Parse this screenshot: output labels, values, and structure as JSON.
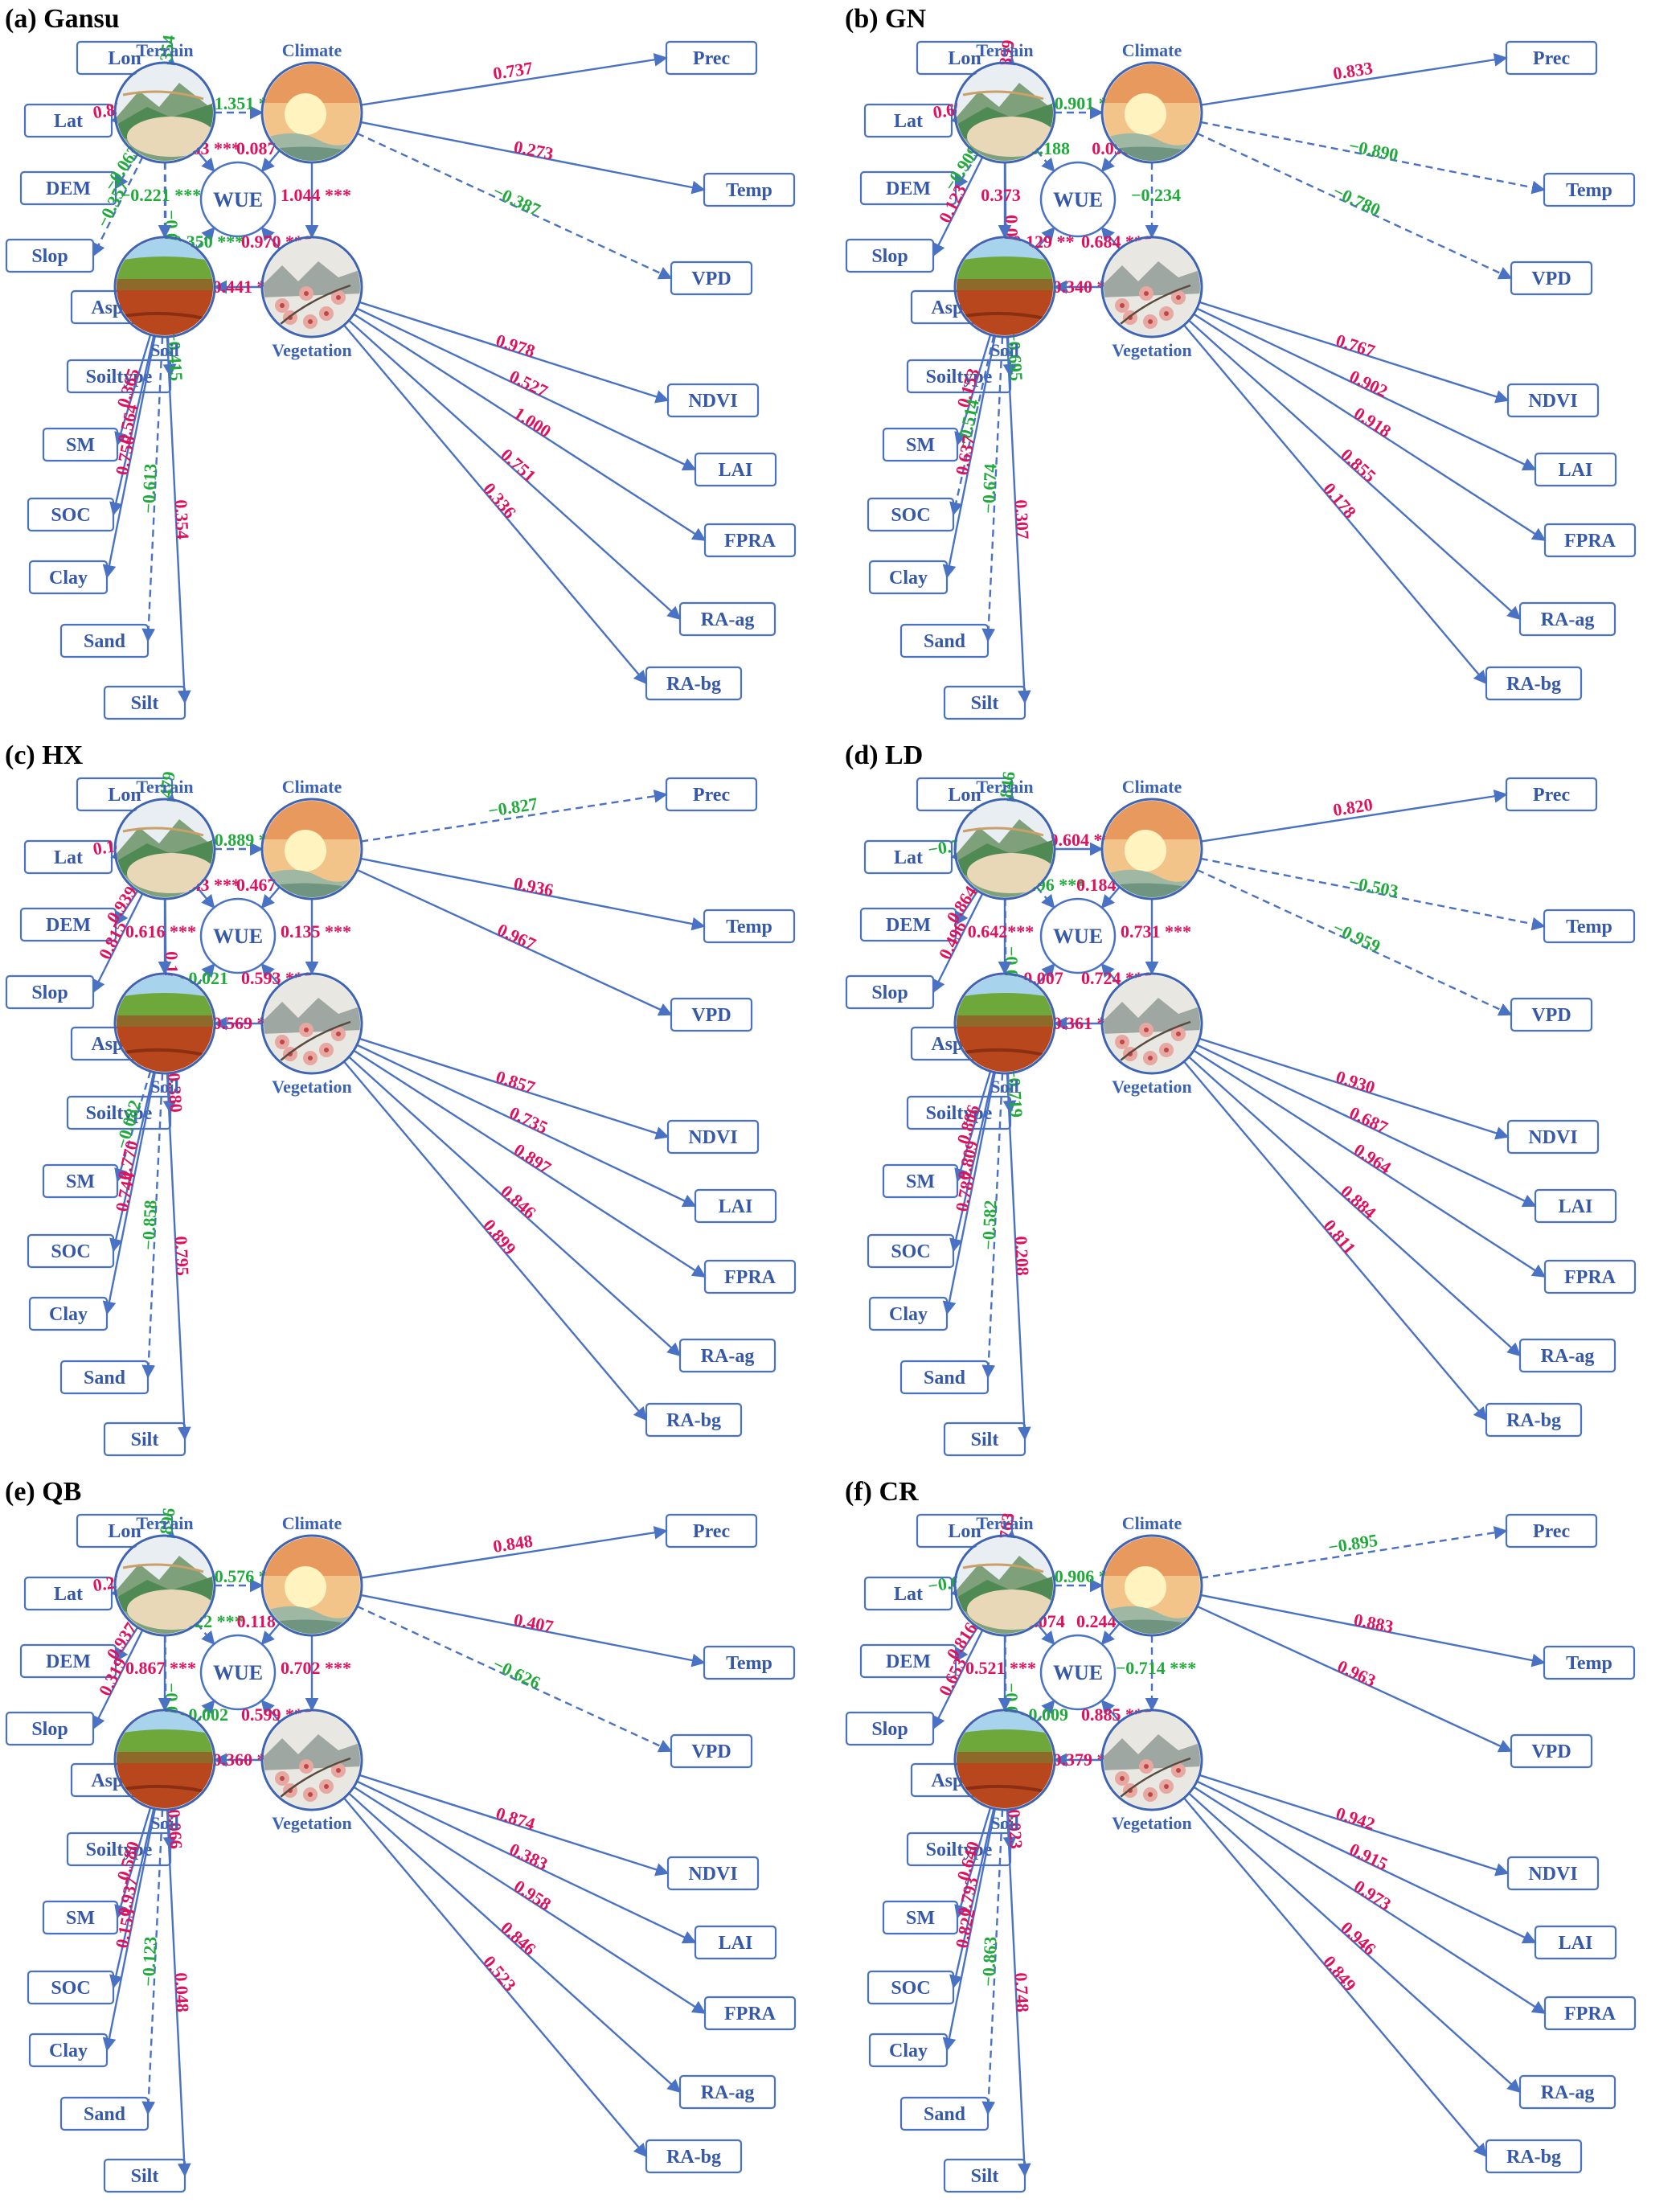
{
  "colors": {
    "positive": "#e0105c",
    "negative": "#1faa3a",
    "accent": "#4a72c4",
    "text": "#3558a8"
  },
  "labels": {
    "terrain": "Terrain",
    "climate": "Climate",
    "soil": "Soil",
    "vegetation": "Vegetation",
    "wue": "WUE",
    "terrain_items": [
      "Lon",
      "Lat",
      "DEM",
      "Slop",
      "Aspect"
    ],
    "climate_items": [
      "Prec",
      "Temp",
      "VPD"
    ],
    "soil_items": [
      "Soiltype",
      "SM",
      "SOC",
      "Clay",
      "Sand",
      "Silt"
    ],
    "veg_items": [
      "NDVI",
      "LAI",
      "FPRA",
      "RA-ag",
      "RA-bg"
    ]
  },
  "panels": [
    {
      "title": "(a) Gansu",
      "terrain": [
        "−0.354",
        "0.839",
        "−0.063",
        "−0.357",
        "−0.041"
      ],
      "climate": [
        "0.737",
        "0.273",
        "−0.387"
      ],
      "soil": [
        "−0.415",
        "0.365",
        "0.564",
        "0.756",
        "−0.613",
        "0.354"
      ],
      "veg": [
        "0.978",
        "0.527",
        "1.000",
        "0.751",
        "0.336"
      ],
      "tc": "−1.351 ***",
      "tw": "0.063 ***",
      "cw": "0.087 ***",
      "ts": "−0.221 ***",
      "cv": "1.044 ***",
      "sw": "−0.350 ***",
      "vw": "0.970 ***",
      "vs": "0.441 ***"
    },
    {
      "title": "(b) GN",
      "terrain": [
        "0.899",
        "0.688",
        "−0.909",
        "0.123",
        "0.088"
      ],
      "climate": [
        "0.833",
        "−0.890",
        "−0.780"
      ],
      "soil": [
        "−0.695",
        "0.153",
        "−0.514",
        "0.637",
        "−0.674",
        "0.307"
      ],
      "veg": [
        "0.767",
        "0.902",
        "0.918",
        "0.855",
        "0.178"
      ],
      "tc": "−0.901 ***",
      "tw": "−0.188",
      "cw": "0.098",
      "ts": "0.373",
      "cv": "−0.234",
      "sw": "0.129 **",
      "vw": "0.684 ***",
      "vs": "0.340 ***"
    },
    {
      "title": "(c) HX",
      "terrain": [
        "−0.479",
        "0.144",
        "0.939",
        "0.815",
        "0.147"
      ],
      "climate": [
        "−0.827",
        "0.936",
        "0.967"
      ],
      "soil": [
        "0.380",
        "−0.082",
        "0.770",
        "0.744",
        "−0.858",
        "0.795"
      ],
      "veg": [
        "0.857",
        "0.735",
        "0.897",
        "0.846",
        "0.899"
      ],
      "tc": "−0.889 ***",
      "tw": "0.143 ***",
      "cw": "0.467 ***",
      "ts": "0.616 ***",
      "cv": "0.135 ***",
      "sw": "−0.021",
      "vw": "0.593 ***",
      "vs": "0.569 ***"
    },
    {
      "title": "(d) LD",
      "terrain": [
        "−0.846",
        "−0.779",
        "0.864",
        "0.496",
        "−0.051"
      ],
      "climate": [
        "0.820",
        "−0.503",
        "−0.959"
      ],
      "soil": [
        "−0.719",
        "0.806",
        "0.809",
        "0.787",
        "−0.582",
        "0.208"
      ],
      "veg": [
        "0.930",
        "0.687",
        "0.964",
        "0.884",
        "0.811"
      ],
      "tc": "0.604 ***",
      "tw": "−0.496 ***",
      "cw": "0.184 ***",
      "ts": "0.642***",
      "cv": "0.731 ***",
      "sw": "0.007",
      "vw": "0.724 ***",
      "vs": "0.361 ***"
    },
    {
      "title": "(e) QB",
      "terrain": [
        "−0.896",
        "0.220",
        "0.937",
        "0.319",
        "−0.030"
      ],
      "climate": [
        "0.848",
        "0.407",
        "−0.626"
      ],
      "soil": [
        "0.066",
        "0.580",
        "0.937",
        "0.153",
        "−0.123",
        "0.048"
      ],
      "veg": [
        "0.874",
        "0.383",
        "0.958",
        "0.846",
        "0.523"
      ],
      "tc": "−0.576 ***",
      "tw": "-0.122 ***",
      "cw": "0.118 ***",
      "ts": "0.867 ***",
      "cv": "0.702 ***",
      "sw": "−0.002",
      "vw": "0.599 ***",
      "vs": "0.360 ***"
    },
    {
      "title": "(f) CR",
      "terrain": [
        "0.763",
        "−0.683",
        "0.816",
        "0.653",
        "−0.035"
      ],
      "climate": [
        "−0.895",
        "0.883",
        "0.963"
      ],
      "soil": [
        "0.023",
        "0.640",
        "0.793",
        "0.822",
        "−0.863",
        "0.748"
      ],
      "veg": [
        "0.942",
        "0.915",
        "0.973",
        "0.946",
        "0.849"
      ],
      "tc": "−0.906 ***",
      "tw": "0.074",
      "cw": "0.244 ***",
      "ts": "0.521 ***",
      "cv": "−0.714 ***",
      "sw": "−0.009",
      "vw": "0.885 ***",
      "vs": "0.379 ***"
    }
  ]
}
